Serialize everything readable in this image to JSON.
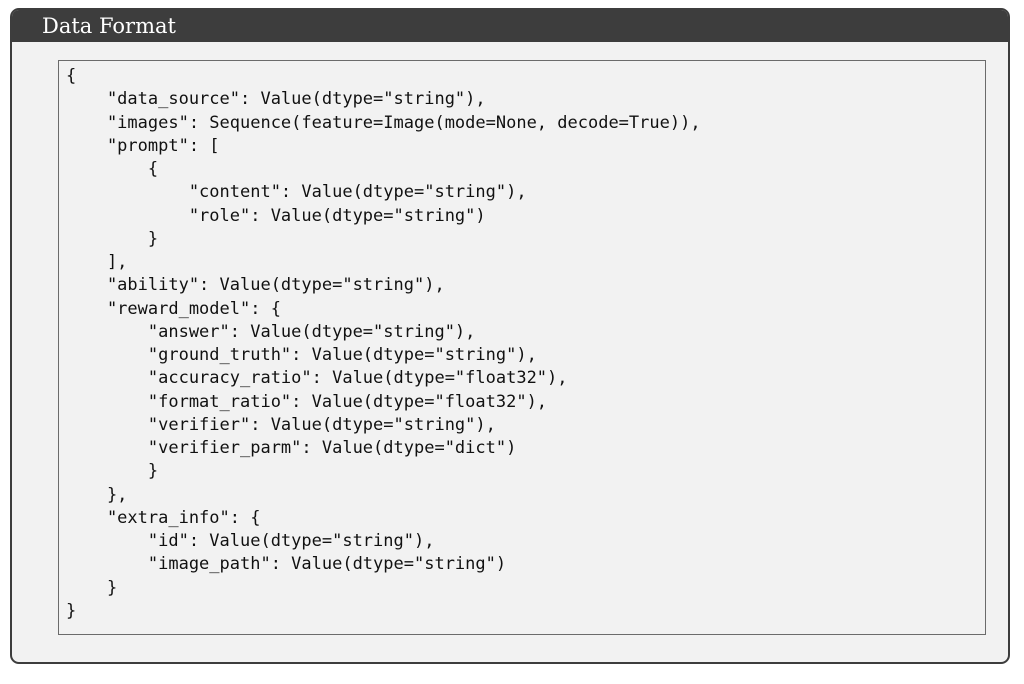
{
  "header": {
    "title": "Data Format"
  },
  "code": {
    "lines": [
      "{",
      "    \"data_source\": Value(dtype=\"string\"),",
      "    \"images\": Sequence(feature=Image(mode=None, decode=True)),",
      "    \"prompt\": [",
      "        {",
      "            \"content\": Value(dtype=\"string\"),",
      "            \"role\": Value(dtype=\"string\")",
      "        }",
      "    ],",
      "    \"ability\": Value(dtype=\"string\"),",
      "    \"reward_model\": {",
      "        \"answer\": Value(dtype=\"string\"),",
      "        \"ground_truth\": Value(dtype=\"string\"),",
      "        \"accuracy_ratio\": Value(dtype=\"float32\"),",
      "        \"format_ratio\": Value(dtype=\"float32\"),",
      "        \"verifier\": Value(dtype=\"string\"),",
      "        \"verifier_parm\": Value(dtype=\"dict\")",
      "        }",
      "    },",
      "    \"extra_info\": {",
      "        \"id\": Value(dtype=\"string\"),",
      "        \"image_path\": Value(dtype=\"string\")",
      "    }",
      "}"
    ]
  }
}
